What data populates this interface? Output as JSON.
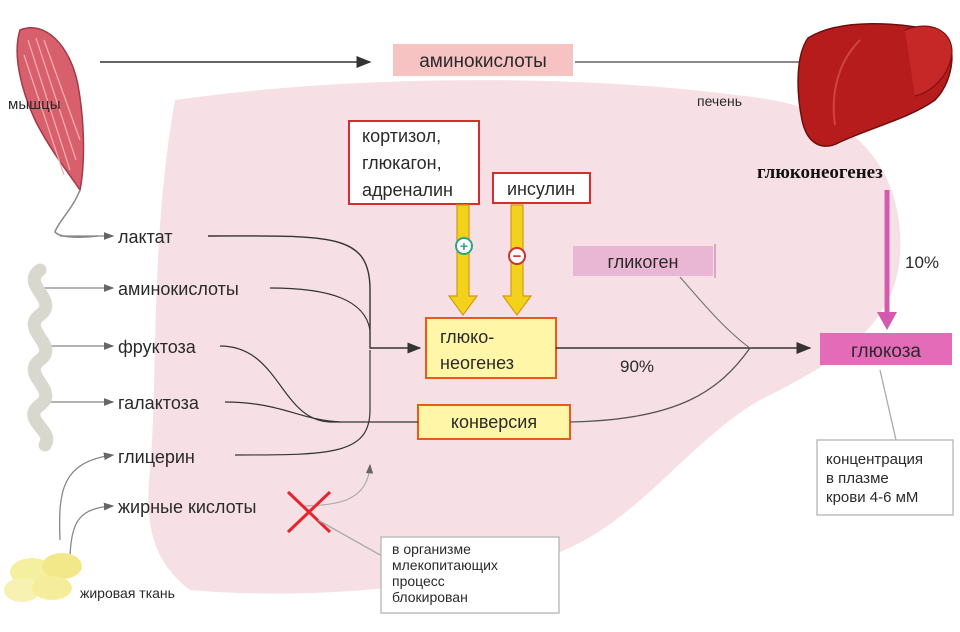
{
  "labels": {
    "muscles": "мышцы",
    "amino_top": "аминокислоты",
    "liver": "печень",
    "gluconeogenesis_title": "глюконеогенез",
    "hormones_plus": [
      "кортизол,",
      "глюкагон,",
      "адреналин"
    ],
    "insulin": "инсулин",
    "glycogen": "гликоген",
    "glucose": "глюкоза",
    "pct_10": "10%",
    "pct_90": "90%",
    "gng_box": [
      "глюко-",
      "неогенез"
    ],
    "conversion": "конверсия",
    "sources": [
      "лактат",
      "аминокислоты",
      "фруктоза",
      "галактоза",
      "глицерин",
      "жирные кислоты"
    ],
    "adipose": "жировая ткань",
    "note_blocked": [
      "в организме",
      "млекопитающих",
      "процесс",
      "блокирован"
    ],
    "concentration": [
      "концентрация",
      "в плазме",
      "крови 4-6 мМ"
    ],
    "plus_sign": "+",
    "minus_sign": "−"
  },
  "icons": [
    "muscle-icon",
    "liver-icon",
    "intestine-icon",
    "fat-tissue-icon",
    "blocked-cross-icon"
  ],
  "colors": {
    "background_liver": "#f6dde2",
    "amino_box": "#f6c2c2",
    "glycogen_box": "#e9b6d4",
    "glucose_box": "#e36bb8",
    "yellow_box": "#fff6a8",
    "yellow_border": "#e85a1a",
    "arrow_yellow": "#f2d21a",
    "arrow_magenta": "#d45ab0",
    "hormone_border": "#d32f2f",
    "line": "#555555",
    "cross": "#e5242b"
  }
}
